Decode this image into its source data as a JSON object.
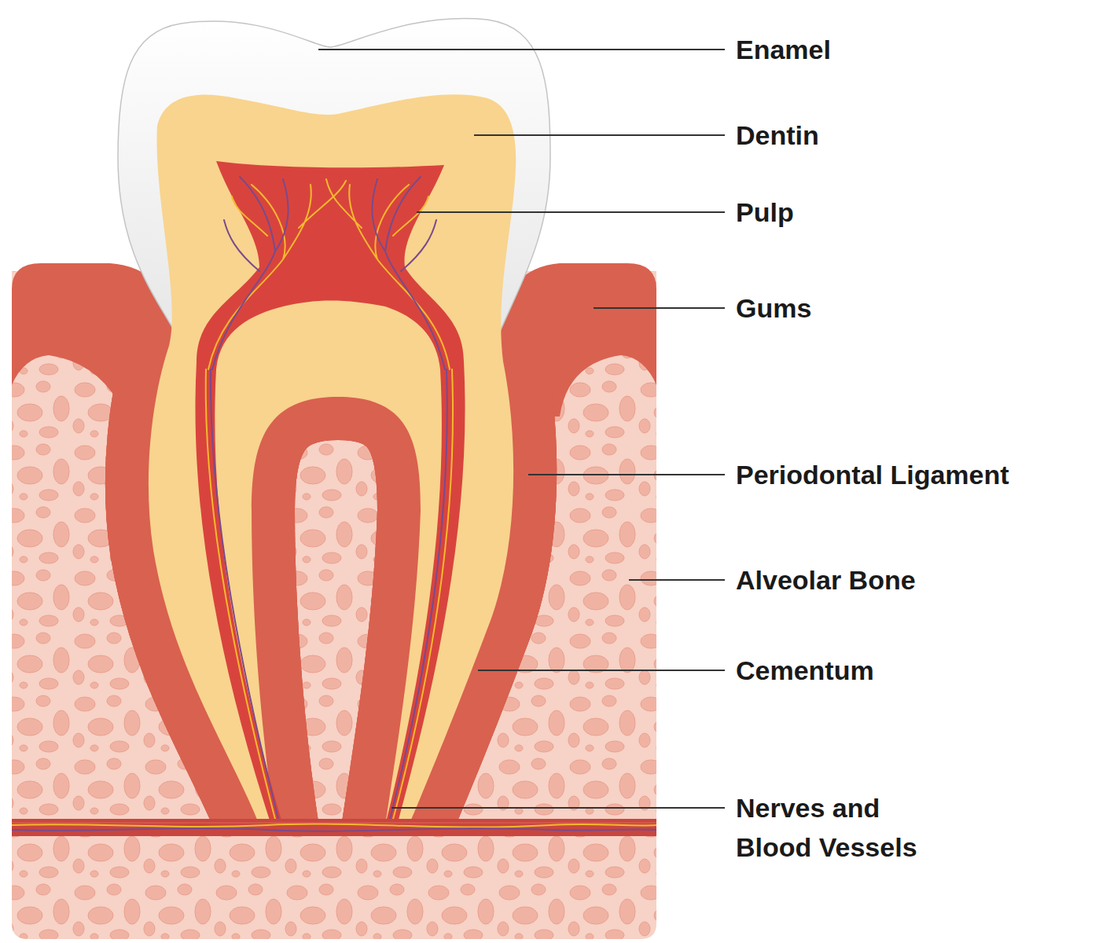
{
  "diagram": {
    "labels": [
      "Enamel",
      "Dentin",
      "Pulp",
      "Gums",
      "Periodontal Ligament",
      "Alveolar Bone",
      "Cementum",
      "Nerves and Blood Vessels"
    ]
  }
}
